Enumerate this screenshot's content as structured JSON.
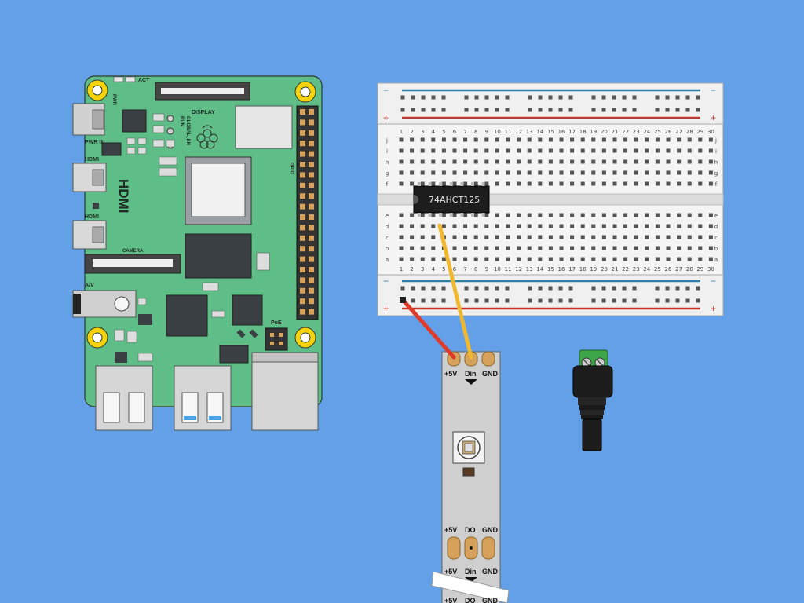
{
  "raspberry_pi": {
    "labels": {
      "pwr": "PWR",
      "act": "ACT",
      "display": "DISPLAY",
      "run": "RUN",
      "global_en": "GLOBAL_EN",
      "gpio": "GPIO",
      "pwr_in": "PWR IN",
      "hdmi_top": "HDMI",
      "hdmi_bottom": "HDMI",
      "hdmi_big": "HDMI",
      "camera": "CAMERA",
      "av": "A/V",
      "poe": "PoE"
    },
    "colors": {
      "board": "#5fbe87",
      "mount": "#f5d20a",
      "chip": "#3a3f44"
    }
  },
  "breadboard": {
    "chip_label": "74AHCT125",
    "row_letters_top": [
      "j",
      "i",
      "h",
      "g",
      "f"
    ],
    "row_letters_bottom": [
      "e",
      "d",
      "c",
      "b",
      "a"
    ],
    "plus_sign": "+",
    "minus_sign": "−",
    "colors": {
      "rail_red": "#c0392b",
      "rail_blue": "#2f7fa8",
      "body": "#f4f4f4"
    }
  },
  "wires": {
    "red": "#e03a2a",
    "yellow": "#f0b830"
  },
  "led_strip": {
    "labels_top": [
      "+5V",
      "Din",
      "GND"
    ],
    "labels_mid": [
      "+5V",
      "DO",
      "GND"
    ],
    "labels_bottom": [
      "+5V",
      "Din",
      "GND"
    ],
    "labels_cut": [
      "+5V",
      "DO",
      "GND"
    ],
    "colors": {
      "strip": "#cfcfcf",
      "pad": "#d6a15a"
    }
  },
  "dc_jack": {
    "colors": {
      "terminal": "#3da54a",
      "body": "#1c1c1c"
    }
  }
}
